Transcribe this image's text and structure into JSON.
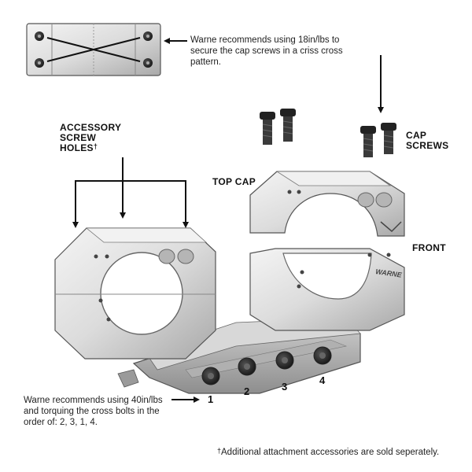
{
  "notes": {
    "cap_torque": "Warne recommends using 18in/lbs to secure the cap screws in a criss cross pattern.",
    "cross_bolt_torque": "Warne recommends using 40in/lbs and torquing the cross bolts in the order of: 2, 3, 1, 4.",
    "footnote_mark": "†",
    "footnote": "Additional attachment accessories are sold seperately."
  },
  "labels": {
    "accessory_line1": "ACCESSORY",
    "accessory_line2": "SCREW",
    "accessory_line3": "HOLES",
    "accessory_dagger": "†",
    "cap_screws_line1": "CAP",
    "cap_screws_line2": "SCREWS",
    "top_cap": "TOP CAP",
    "front": "FRONT",
    "brand_engraving": "WARNE"
  },
  "bolt_order": [
    "1",
    "2",
    "3",
    "4"
  ]
}
